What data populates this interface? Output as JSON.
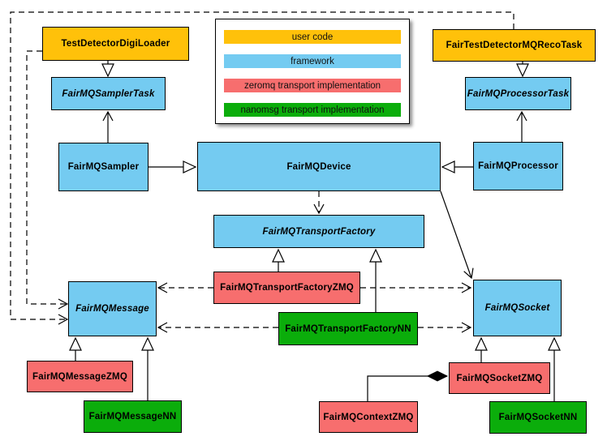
{
  "colors": {
    "user_code": "#FFC10A",
    "framework": "#74CBF1",
    "zeromq": "#F76E6E",
    "nanomsg": "#0BAD0B"
  },
  "legend": {
    "items": [
      {
        "label": "user code",
        "color": "#FFC10A"
      },
      {
        "label": "framework",
        "color": "#74CBF1"
      },
      {
        "label": "zeromq transport implementation",
        "color": "#F76E6E"
      },
      {
        "label": "nanomsg transport implementation",
        "color": "#0BAD0B"
      }
    ]
  },
  "nodes": {
    "test_detector_digi_loader": {
      "label": "TestDetectorDigiLoader",
      "category": "user code",
      "abstract": false
    },
    "fair_test_detector_mq_reco_task": {
      "label": "FairTestDetectorMQRecoTask",
      "category": "user code",
      "abstract": false
    },
    "fairmq_sampler_task": {
      "label": "FairMQSamplerTask",
      "category": "framework",
      "abstract": true
    },
    "fairmq_processor_task": {
      "label": "FairMQProcessorTask",
      "category": "framework",
      "abstract": true
    },
    "fairmq_sampler": {
      "label": "FairMQSampler",
      "category": "framework",
      "abstract": false
    },
    "fairmq_device": {
      "label": "FairMQDevice",
      "category": "framework",
      "abstract": false
    },
    "fairmq_processor": {
      "label": "FairMQProcessor",
      "category": "framework",
      "abstract": false
    },
    "fairmq_transport_factory": {
      "label": "FairMQTransportFactory",
      "category": "framework",
      "abstract": true
    },
    "fairmq_transport_factory_zmq": {
      "label": "FairMQTransportFactoryZMQ",
      "category": "zeromq transport implementation",
      "abstract": false
    },
    "fairmq_transport_factory_nn": {
      "label": "FairMQTransportFactoryNN",
      "category": "nanomsg transport implementation",
      "abstract": false
    },
    "fairmq_message": {
      "label": "FairMQMessage",
      "category": "framework",
      "abstract": true
    },
    "fairmq_socket": {
      "label": "FairMQSocket",
      "category": "framework",
      "abstract": true
    },
    "fairmq_message_zmq": {
      "label": "FairMQMessageZMQ",
      "category": "zeromq transport implementation",
      "abstract": false
    },
    "fairmq_message_nn": {
      "label": "FairMQMessageNN",
      "category": "nanomsg transport implementation",
      "abstract": false
    },
    "fairmq_context_zmq": {
      "label": "FairMQContextZMQ",
      "category": "zeromq transport implementation",
      "abstract": false
    },
    "fairmq_socket_zmq": {
      "label": "FairMQSocketZMQ",
      "category": "zeromq transport implementation",
      "abstract": false
    },
    "fairmq_socket_nn": {
      "label": "FairMQSocketNN",
      "category": "nanomsg transport implementation",
      "abstract": false
    }
  },
  "edges": [
    {
      "from": "TestDetectorDigiLoader",
      "to": "FairMQSamplerTask",
      "type": "inheritance"
    },
    {
      "from": "FairTestDetectorMQRecoTask",
      "to": "FairMQProcessorTask",
      "type": "inheritance"
    },
    {
      "from": "FairMQSampler",
      "to": "FairMQSamplerTask",
      "type": "association"
    },
    {
      "from": "FairMQProcessor",
      "to": "FairMQProcessorTask",
      "type": "association"
    },
    {
      "from": "FairMQSampler",
      "to": "FairMQDevice",
      "type": "inheritance"
    },
    {
      "from": "FairMQProcessor",
      "to": "FairMQDevice",
      "type": "inheritance"
    },
    {
      "from": "FairMQDevice",
      "to": "FairMQTransportFactory",
      "type": "dependency"
    },
    {
      "from": "FairMQDevice",
      "to": "FairMQSocket",
      "type": "association"
    },
    {
      "from": "FairMQTransportFactoryZMQ",
      "to": "FairMQTransportFactory",
      "type": "inheritance"
    },
    {
      "from": "FairMQTransportFactoryNN",
      "to": "FairMQTransportFactory",
      "type": "inheritance"
    },
    {
      "from": "FairMQTransportFactoryZMQ",
      "to": "FairMQMessage",
      "type": "dependency"
    },
    {
      "from": "FairMQTransportFactoryZMQ",
      "to": "FairMQSocket",
      "type": "dependency"
    },
    {
      "from": "FairMQTransportFactoryNN",
      "to": "FairMQMessage",
      "type": "dependency"
    },
    {
      "from": "FairMQTransportFactoryNN",
      "to": "FairMQSocket",
      "type": "dependency"
    },
    {
      "from": "TestDetectorDigiLoader",
      "to": "FairMQMessage",
      "type": "dependency"
    },
    {
      "from": "FairTestDetectorMQRecoTask",
      "to": "FairMQMessage",
      "type": "dependency"
    },
    {
      "from": "FairMQMessageZMQ",
      "to": "FairMQMessage",
      "type": "inheritance"
    },
    {
      "from": "FairMQMessageNN",
      "to": "FairMQMessage",
      "type": "inheritance"
    },
    {
      "from": "FairMQSocketZMQ",
      "to": "FairMQSocket",
      "type": "inheritance"
    },
    {
      "from": "FairMQSocketNN",
      "to": "FairMQSocket",
      "type": "inheritance"
    },
    {
      "from": "FairMQContextZMQ",
      "to": "FairMQSocketZMQ",
      "type": "composition"
    }
  ]
}
